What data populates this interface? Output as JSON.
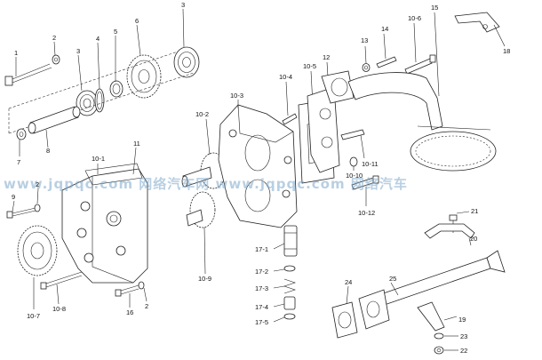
{
  "diagram": {
    "callouts": [
      "1",
      "2",
      "3",
      "4",
      "5",
      "6",
      "3",
      "7",
      "8",
      "9",
      "2",
      "10-1",
      "11",
      "10-2",
      "10-3",
      "10-4",
      "10-5",
      "12",
      "13",
      "14",
      "10-6",
      "15",
      "18",
      "10-11",
      "10-10",
      "10-12",
      "10-7",
      "10-8",
      "16",
      "2",
      "10-9",
      "17-1",
      "17-2",
      "17-3",
      "17-4",
      "17-5",
      "21",
      "20",
      "24",
      "25",
      "19",
      "23",
      "22"
    ],
    "watermark": "www.jqpqc.com 网络汽车网 www.jqpqc.com 网络汽车"
  }
}
